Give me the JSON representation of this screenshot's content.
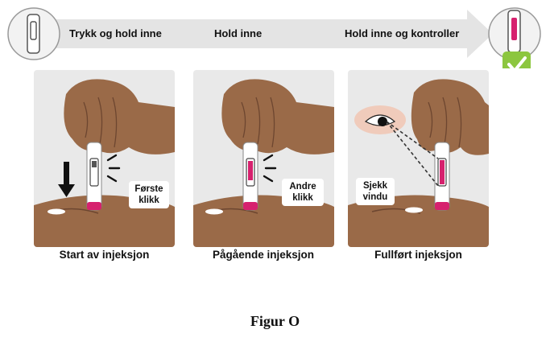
{
  "progress_band": {
    "labels": [
      "Trykk og hold inne",
      "Hold inne",
      "Hold inne og kontroller"
    ]
  },
  "panels": [
    {
      "caption": "Start av injeksjon",
      "callout": [
        "Første",
        "klikk"
      ]
    },
    {
      "caption": "Pågående injeksjon",
      "callout": [
        "Andre",
        "klikk"
      ]
    },
    {
      "caption": "Fullført injeksjon",
      "callout": [
        "Sjekk",
        "vindu"
      ]
    }
  ],
  "figure_title": "Figur O",
  "colors": {
    "pen_plunger": "#d6216e",
    "check_badge": "#8cc63f",
    "skin": "#9a6a48",
    "panel_bg": "#e9e9e9",
    "band_bg": "#e4e4e4"
  }
}
